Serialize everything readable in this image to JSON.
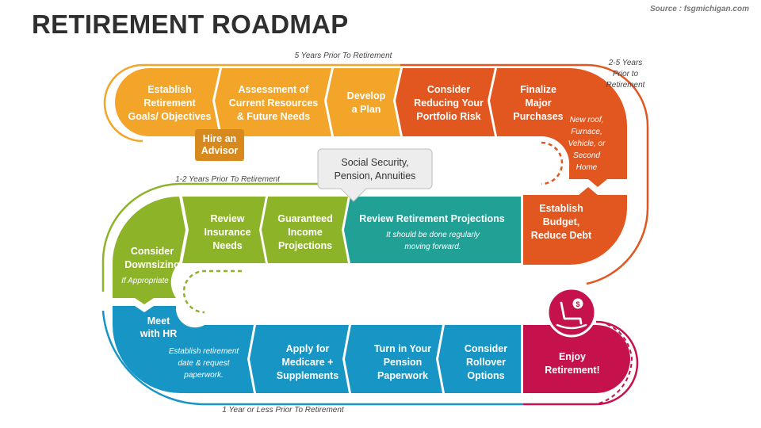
{
  "title": "RETIREMENT ROADMAP",
  "source": "Source : fsgmichigan.com",
  "phases": {
    "p1": "5 Years Prior To Retirement",
    "p2": [
      "2-5 Years",
      "Prior to",
      "Retirement"
    ],
    "p3": "1-2 Years Prior To Retirement",
    "p4": "1 Year or Less Prior To Retirement"
  },
  "row1": [
    {
      "lines": [
        "Establish",
        "Retirement",
        "Goals/ Objectives"
      ],
      "color": "#F3A52A"
    },
    {
      "lines": [
        "Assessment of",
        "Current Resources",
        "& Future Needs"
      ],
      "color": "#F3A52A"
    },
    {
      "lines": [
        "Develop",
        "a Plan"
      ],
      "color": "#F3A52A"
    },
    {
      "lines": [
        "Consider",
        "Reducing Your",
        "Portfolio Risk"
      ],
      "color": "#E2561F"
    },
    {
      "lines": [
        "Finalize",
        "Major",
        "Purchases"
      ],
      "color": "#E2561F"
    }
  ],
  "advisor": {
    "lines": [
      "Hire an",
      "Advisor"
    ],
    "color": "#D8891E"
  },
  "purchases_note": [
    "New roof,",
    "Furnace,",
    "Vehicle, or",
    "Second",
    "Home"
  ],
  "row2": {
    "budget": [
      "Establish",
      "Budget,",
      "Reduce Debt"
    ],
    "review_title": "Review Retirement Projections",
    "review_note": [
      "It should be done regularly",
      "moving forward."
    ],
    "guaranteed": [
      "Guaranteed",
      "Income",
      "Projections"
    ],
    "insurance": [
      "Review",
      "Insurance",
      "Needs"
    ],
    "downsizing": [
      "Consider",
      "Downsizing"
    ],
    "downsizing_note": "If Appropriate"
  },
  "callout": [
    "Social Security,",
    "Pension, Annuities"
  ],
  "row3": {
    "meet": [
      "Meet",
      "with HR"
    ],
    "meet_note": [
      "Establish retirement",
      "date & request",
      "paperwork."
    ],
    "items": [
      [
        "Apply for",
        "Medicare +",
        "Supplements"
      ],
      [
        "Turn in Your",
        "Pension",
        "Paperwork"
      ],
      [
        "Consider",
        "Rollover",
        "Options"
      ]
    ],
    "enjoy": [
      "Enjoy",
      "Retirement!"
    ]
  },
  "colors": {
    "orange": "#F3A52A",
    "red_orange": "#E2561F",
    "green": "#8DB428",
    "teal": "#21A095",
    "blue": "#1795C4",
    "crimson": "#C5124C",
    "title": "#2F2F2F"
  },
  "icons": [
    "rocking-chair-icon",
    "dollar-icon"
  ]
}
